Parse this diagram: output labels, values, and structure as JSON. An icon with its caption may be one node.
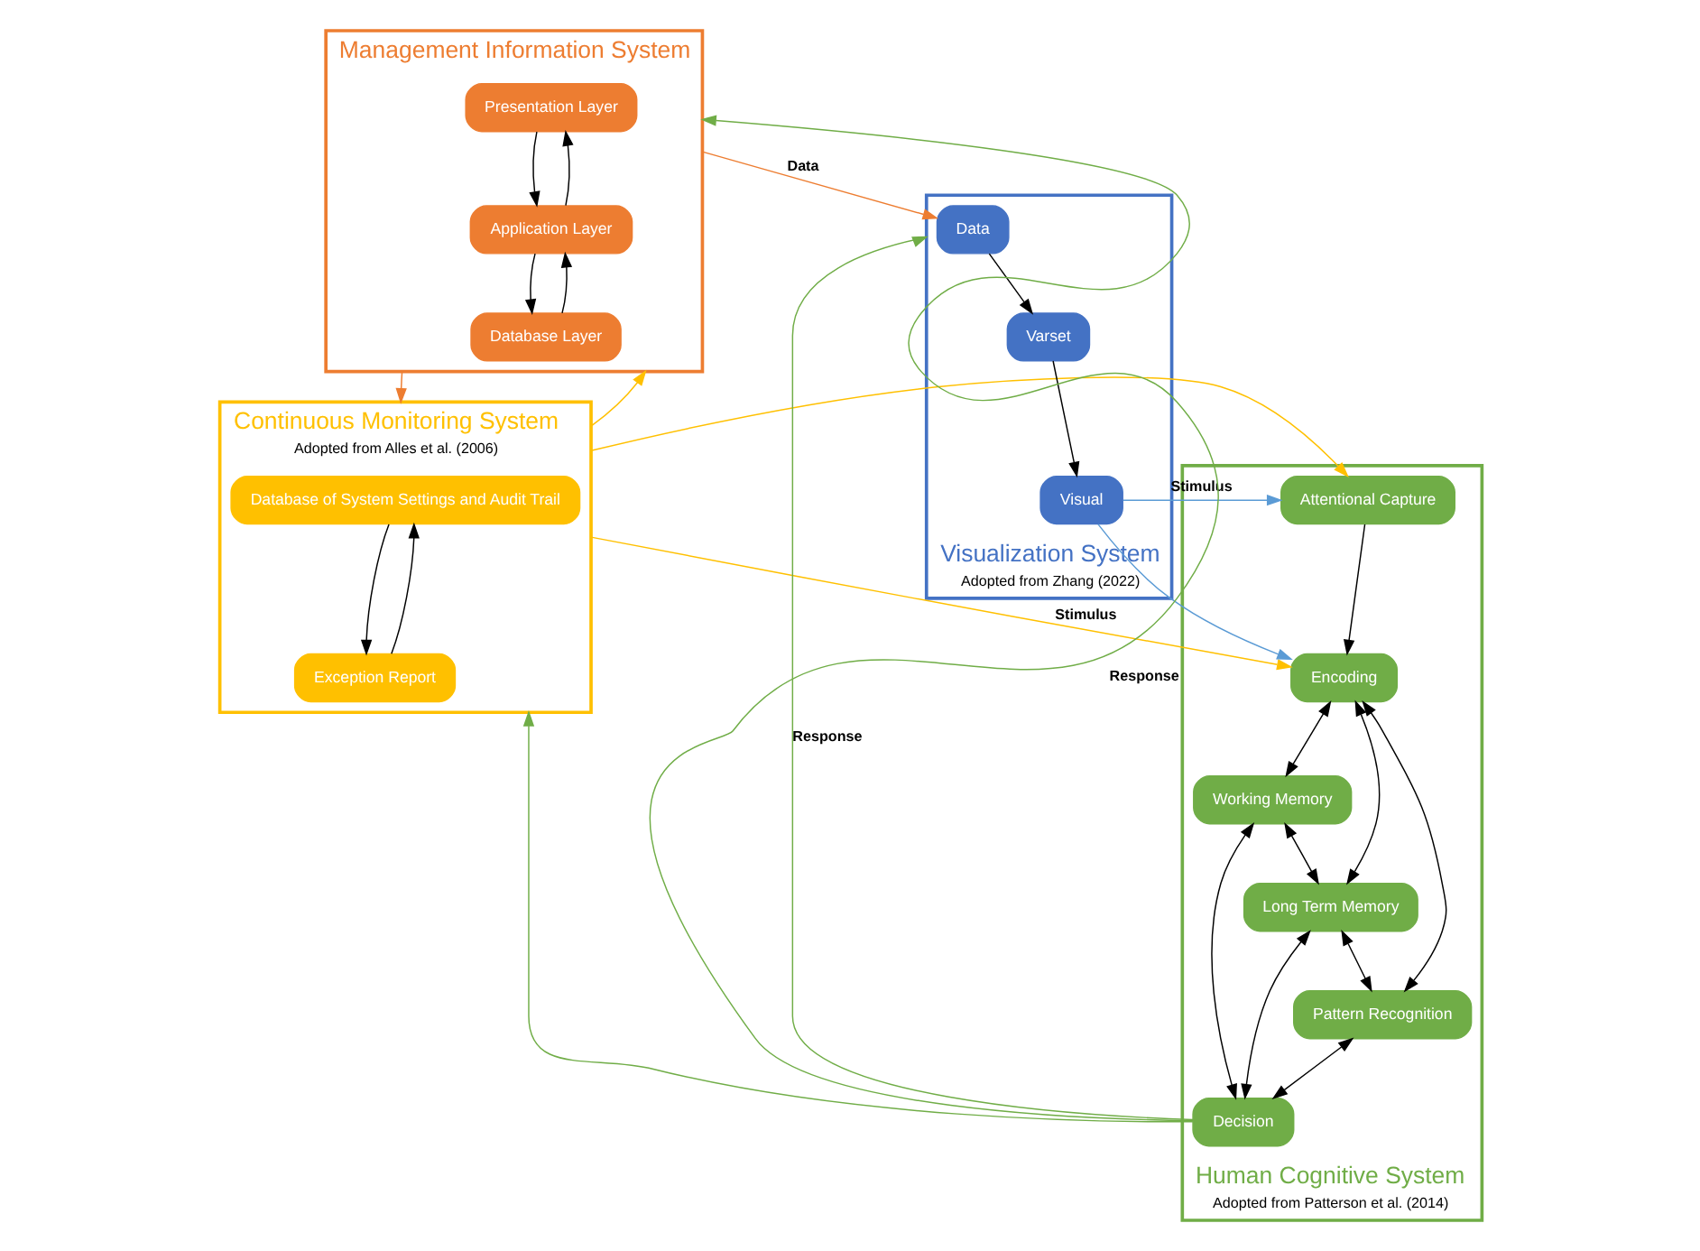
{
  "diagram": {
    "nodes": [
      {
        "text": [
          "Management Information System"
        ]
      },
      {
        "text": [
          "Presentation Layer"
        ],
        "in": 0
      },
      {
        "text": [
          "Application Layer"
        ],
        "in": 0
      },
      {
        "text": [
          "Database Layer"
        ],
        "in": 0
      },
      {
        "text": [
          "Continuous Monitoring System"
        ],
        "beside": [
          "Adopted from Alles et al. (2006)"
        ]
      },
      {
        "text": [
          "Database of System Settings and Audit Trail"
        ],
        "in": 4
      },
      {
        "text": [
          "Exception Report"
        ],
        "in": 4
      },
      {
        "text": [
          "Visualization System"
        ],
        "beside": [
          "Adopted from Zhang (2022)"
        ]
      },
      {
        "text": [
          "Data"
        ],
        "in": 7
      },
      {
        "text": [
          "Varset"
        ],
        "in": 7
      },
      {
        "text": [
          "Visual"
        ],
        "in": 7
      },
      {
        "text": [
          "Human Cognitive System"
        ],
        "beside": [
          "Adopted from Patterson et al. (2014)"
        ]
      },
      {
        "text": [
          "Attentional Capture"
        ],
        "in": 11
      },
      {
        "text": [
          "Encoding"
        ],
        "in": 11
      },
      {
        "text": [
          "Working Memory"
        ],
        "in": 11
      },
      {
        "text": [
          "Long Term Memory"
        ],
        "in": 11
      },
      {
        "text": [
          "Pattern Recognition"
        ],
        "in": 11
      },
      {
        "text": [
          "Decision"
        ],
        "in": 11
      }
    ],
    "edges": [
      {
        "from": 1,
        "to": 2,
        "arrow": "to"
      },
      {
        "from": 2,
        "to": 1,
        "arrow": "to"
      },
      {
        "from": 2,
        "to": 3,
        "arrow": "to"
      },
      {
        "from": 3,
        "to": 2,
        "arrow": "to"
      },
      {
        "from": 0,
        "to": 4,
        "arrow": "to",
        "color": "#ed7d31"
      },
      {
        "from": 4,
        "to": 0,
        "arrow": "to",
        "color": "#ffc000"
      },
      {
        "from": 5,
        "to": 6,
        "arrow": "to"
      },
      {
        "from": 6,
        "to": 5,
        "arrow": "to"
      },
      {
        "from": 0,
        "to": 8,
        "arrow": "to",
        "label": "Data",
        "color": "#ed7d31"
      },
      {
        "from": 4,
        "to": 12,
        "arrow": "to",
        "color": "#ffc000"
      },
      {
        "from": 4,
        "to": 13,
        "arrow": "to",
        "label": "Stimulus",
        "color": "#ffc000"
      },
      {
        "from": 8,
        "to": 9,
        "arrow": "to"
      },
      {
        "from": 9,
        "to": 10,
        "arrow": "to"
      },
      {
        "from": 10,
        "to": 12,
        "arrow": "to",
        "label": "Stimulus",
        "color": "#5b9bd5"
      },
      {
        "from": 10,
        "to": 13,
        "arrow": "to",
        "color": "#5b9bd5"
      },
      {
        "from": 12,
        "to": 13,
        "arrow": "to"
      },
      {
        "from": 13,
        "to": 14,
        "arrow": "both"
      },
      {
        "from": 13,
        "to": 15,
        "arrow": "both"
      },
      {
        "from": 13,
        "to": 16,
        "arrow": "both"
      },
      {
        "from": 14,
        "to": 15,
        "arrow": "both"
      },
      {
        "from": 15,
        "to": 16,
        "arrow": "both"
      },
      {
        "from": 14,
        "to": 17,
        "arrow": "both"
      },
      {
        "from": 15,
        "to": 17,
        "arrow": "both"
      },
      {
        "from": 16,
        "to": 17,
        "arrow": "both"
      },
      {
        "from": 17,
        "to": 0,
        "arrow": "to",
        "label": "Response",
        "color": "#70ad47"
      },
      {
        "from": 17,
        "to": 4,
        "arrow": "to",
        "color": "#70ad47"
      },
      {
        "from": 17,
        "to": 7,
        "arrow": "to",
        "label": "Response",
        "color": "#70ad47"
      }
    ]
  }
}
